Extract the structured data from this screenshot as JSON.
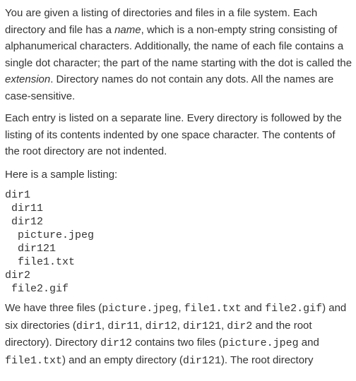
{
  "p1": {
    "t1": "You are given a listing of directories and files in a file system. Each directory and file has a ",
    "em_name": "name",
    "t2": ", which is a non-empty string consisting of alphanumerical characters. Additionally, the name of each file contains a single dot character; the part of the name starting with the dot is called the ",
    "em_extension": "extension",
    "t3": ". Directory names do not contain any dots. All the names are case-sensitive."
  },
  "p2": {
    "text": "Each entry is listed on a separate line. Every directory is followed by the listing of its contents indented by one space character. The contents of the root directory are not indented."
  },
  "p3": {
    "text": "Here is a sample listing:"
  },
  "listing": "dir1\n dir11\n dir12\n  picture.jpeg\n  dir121\n  file1.txt\ndir2\n file2.gif",
  "p4": {
    "t1": "We have three files (",
    "c1": "picture.jpeg",
    "t2": ", ",
    "c2": "file1.txt",
    "t3": " and ",
    "c3": "file2.gif",
    "t4": ") and six directories (",
    "c4": "dir1",
    "t5": ", ",
    "c5": "dir11",
    "t6": ", ",
    "c6": "dir12",
    "t7": ", ",
    "c7": "dir121",
    "t8": ", ",
    "c8": "dir2",
    "t9": " and the root directory). Directory ",
    "c9": "dir12",
    "t10": " contains two files (",
    "c10": "picture.jpeg",
    "t11": " and ",
    "c11": "file1.txt",
    "t12": ") and an empty directory (",
    "c12": "dir121",
    "t13": "). The root directory"
  }
}
